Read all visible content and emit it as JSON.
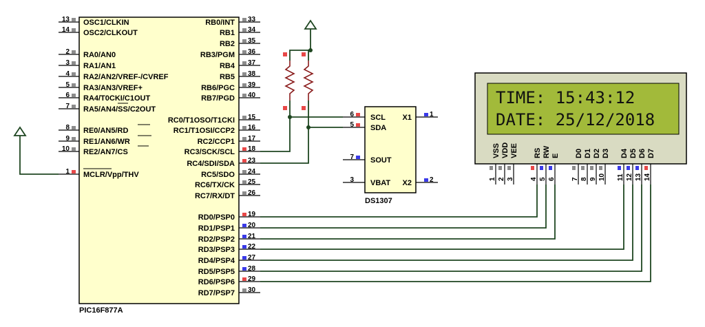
{
  "mcu": {
    "part": "PIC16F877A",
    "left_pins": [
      {
        "num": "13",
        "label": "OSC1/CLKIN"
      },
      {
        "num": "14",
        "label": "OSC2/CLKOUT"
      },
      {
        "num": "2",
        "label": "RA0/AN0"
      },
      {
        "num": "3",
        "label": "RA1/AN1"
      },
      {
        "num": "4",
        "label": "RA2/AN2/VREF-/CVREF"
      },
      {
        "num": "5",
        "label": "RA3/AN3/VREF+"
      },
      {
        "num": "6",
        "label": "RA4/T0CKI/C1OUT"
      },
      {
        "num": "7",
        "label": "RA5/AN4/SS/C2OUT"
      },
      {
        "num": "8",
        "label": "RE0/AN5/RD"
      },
      {
        "num": "9",
        "label": "RE1/AN6/WR"
      },
      {
        "num": "10",
        "label": "RE2/AN7/CS"
      },
      {
        "num": "1",
        "label": "MCLR/Vpp/THV"
      }
    ],
    "right_pins": [
      {
        "num": "33",
        "label": "RB0/INT"
      },
      {
        "num": "34",
        "label": "RB1"
      },
      {
        "num": "35",
        "label": "RB2"
      },
      {
        "num": "36",
        "label": "RB3/PGM"
      },
      {
        "num": "37",
        "label": "RB4"
      },
      {
        "num": "38",
        "label": "RB5"
      },
      {
        "num": "39",
        "label": "RB6/PGC"
      },
      {
        "num": "40",
        "label": "RB7/PGD"
      },
      {
        "num": "15",
        "label": "RC0/T1OSO/T1CKI"
      },
      {
        "num": "16",
        "label": "RC1/T1OSI/CCP2"
      },
      {
        "num": "17",
        "label": "RC2/CCP1"
      },
      {
        "num": "18",
        "label": "RC3/SCK/SCL"
      },
      {
        "num": "23",
        "label": "RC4/SDI/SDA"
      },
      {
        "num": "24",
        "label": "RC5/SDO"
      },
      {
        "num": "25",
        "label": "RC6/TX/CK"
      },
      {
        "num": "26",
        "label": "RC7/RX/DT"
      },
      {
        "num": "19",
        "label": "RD0/PSP0"
      },
      {
        "num": "20",
        "label": "RD1/PSP1"
      },
      {
        "num": "21",
        "label": "RD2/PSP2"
      },
      {
        "num": "22",
        "label": "RD3/PSP3"
      },
      {
        "num": "27",
        "label": "RD4/PSP4"
      },
      {
        "num": "28",
        "label": "RD5/PSP5"
      },
      {
        "num": "29",
        "label": "RD6/PSP6"
      },
      {
        "num": "30",
        "label": "RD7/PSP7"
      }
    ]
  },
  "rtc": {
    "part": "DS1307",
    "left_pins": [
      {
        "num": "6",
        "label": "SCL"
      },
      {
        "num": "5",
        "label": "SDA"
      },
      {
        "num": "7",
        "label": "SOUT"
      },
      {
        "num": "3",
        "label": "VBAT"
      }
    ],
    "right_pins": [
      {
        "num": "1",
        "label": "X1"
      },
      {
        "num": "2",
        "label": "X2"
      }
    ]
  },
  "lcd": {
    "line1": "TIME: 15:43:12",
    "line2": "DATE: 25/12/2018",
    "pins": [
      {
        "num": "1",
        "label": "VSS"
      },
      {
        "num": "2",
        "label": "VDD"
      },
      {
        "num": "3",
        "label": "VEE"
      },
      {
        "num": "4",
        "label": "RS"
      },
      {
        "num": "5",
        "label": "RW"
      },
      {
        "num": "6",
        "label": "E"
      },
      {
        "num": "7",
        "label": "D0"
      },
      {
        "num": "8",
        "label": "D1"
      },
      {
        "num": "9",
        "label": "D2"
      },
      {
        "num": "10",
        "label": "D3"
      },
      {
        "num": "11",
        "label": "D4"
      },
      {
        "num": "12",
        "label": "D5"
      },
      {
        "num": "13",
        "label": "D6"
      },
      {
        "num": "14",
        "label": "D7"
      }
    ]
  },
  "colors": {
    "chip_fill": "#ffffcc",
    "wire": "#1e4620",
    "lcd_screen": "#a2ba3a",
    "lcd_body": "#d9dbc2",
    "pin_red": "#e84848",
    "pin_blue": "#3a3ae8",
    "pin_gray": "#8c8c8c"
  }
}
